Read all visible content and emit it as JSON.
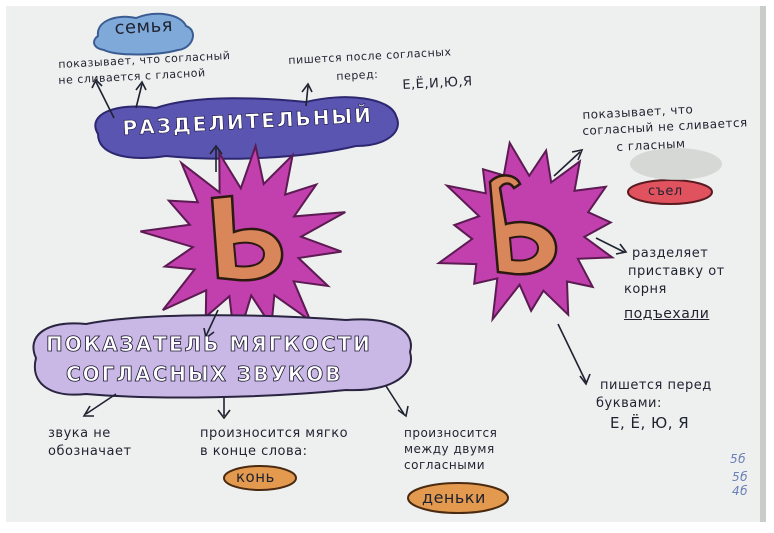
{
  "left": {
    "family_word": "семья",
    "shows_not_merge": [
      "показывает, что согласный",
      "не сливается с гласной"
    ],
    "written_after": [
      "пишется после согласных",
      "перед:"
    ],
    "written_after_letters": "Е,Ё,И,Ю,Я",
    "title_divider": "РАЗДЕЛИТЕЛЬНЫЙ",
    "title_softness": [
      "ПОКАЗАТЕЛЬ МЯГКОСТИ",
      "СОГЛАСНЫХ ЗВУКОВ"
    ],
    "no_sound": [
      "звука не",
      "обозначает"
    ],
    "soft_end": [
      "произносится мягко",
      "в конце слова:"
    ],
    "soft_end_example": "конь",
    "between": [
      "произносится",
      "между двумя",
      "согласными"
    ],
    "between_example": "деньки"
  },
  "right": {
    "shows_not_merge": [
      "показывает, что",
      "согласный не сливается",
      "с гласным"
    ],
    "example_ate": "съел",
    "separates": [
      "разделяет",
      "приставку от",
      "корня"
    ],
    "separates_example": "подъехали",
    "written_before": [
      "пишется перед",
      "буквами:"
    ],
    "written_before_letters": "Е, Ё, Ю, Я"
  },
  "marks": [
    "5б",
    "5б",
    "4б"
  ],
  "colors": {
    "paper": "#edf0ee",
    "burst": "#c23fae",
    "letter_fill": "#d9865a",
    "cloud_purple": "#5a55b0",
    "cloud_lavender": "#c9b8e6",
    "cloud_blue": "#7fa9d8",
    "oval_red": "#e0525e",
    "oval_orange": "#e39a4f",
    "ink": "#1f2230"
  }
}
